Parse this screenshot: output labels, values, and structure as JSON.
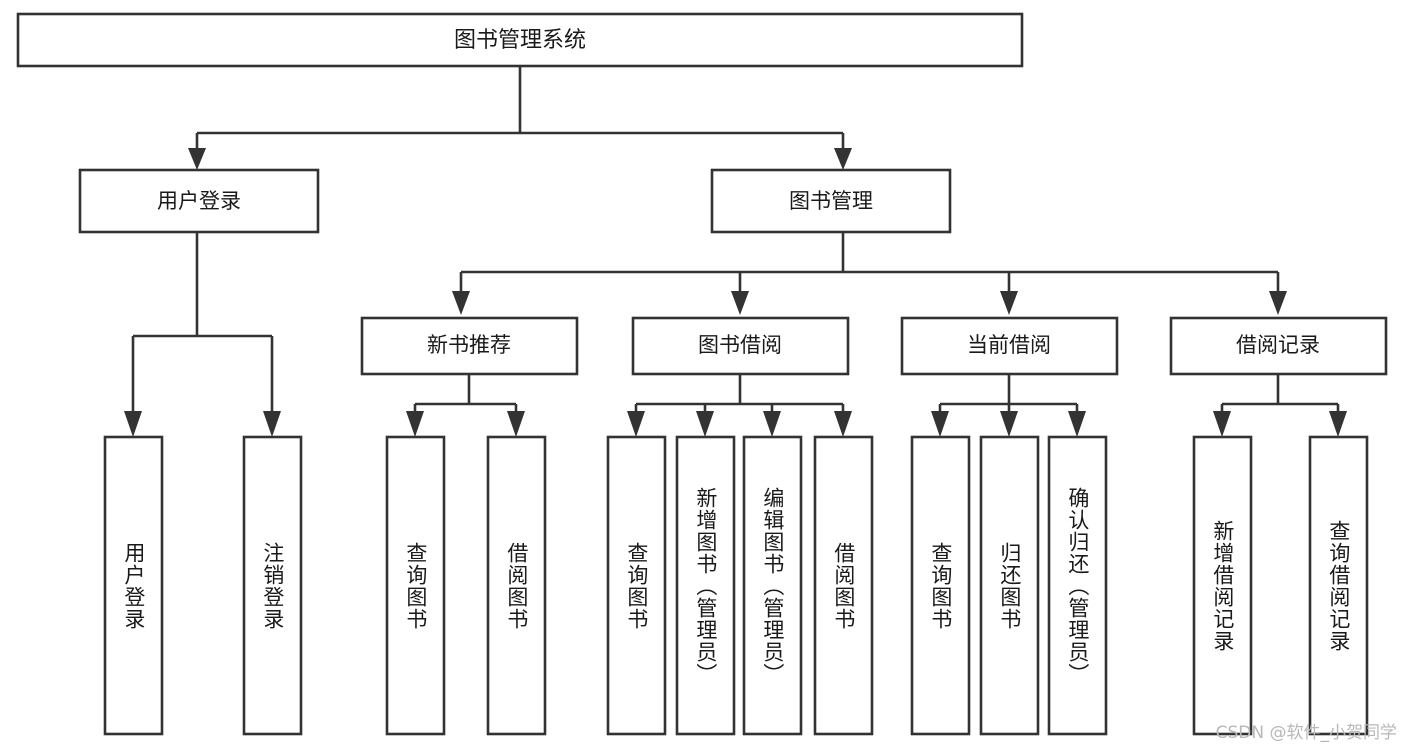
{
  "diagram": {
    "kind": "tree-structure-chart",
    "title": "图书管理系统",
    "background_color": "#ffffff",
    "stroke_color": "#333333",
    "text_color": "#1a1a1a",
    "root": {
      "label": "图书管理系统"
    },
    "level1": [
      {
        "label": "用户登录"
      },
      {
        "label": "图书管理"
      }
    ],
    "level2": [
      {
        "label": "新书推荐"
      },
      {
        "label": "图书借阅"
      },
      {
        "label": "当前借阅"
      },
      {
        "label": "借阅记录"
      }
    ],
    "leaves": {
      "user_login": [
        {
          "label": "用户登录"
        },
        {
          "label": "注销登录"
        }
      ],
      "new_book_recommend": [
        {
          "label": "查询图书"
        },
        {
          "label": "借阅图书"
        }
      ],
      "book_borrow": [
        {
          "label": "查询图书"
        },
        {
          "label": "新增图书（管理员）"
        },
        {
          "label": "编辑图书（管理员）"
        },
        {
          "label": "借阅图书"
        }
      ],
      "current_borrow": [
        {
          "label": "查询图书"
        },
        {
          "label": "归还图书"
        },
        {
          "label": "确认归还（管理员）"
        }
      ],
      "borrow_record": [
        {
          "label": "新增借阅记录"
        },
        {
          "label": "查询借阅记录"
        }
      ]
    }
  },
  "watermark": {
    "text": "CSDN @软件_小贺同学"
  }
}
